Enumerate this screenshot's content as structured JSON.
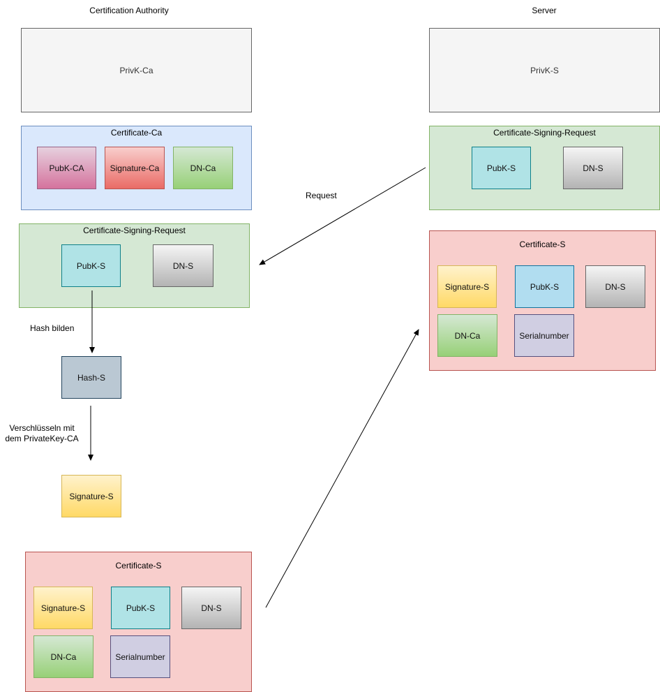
{
  "headers": {
    "ca": "Certification Authority",
    "server": "Server"
  },
  "ca": {
    "priv_key": "PrivK-Ca",
    "certificate": {
      "title": "Certificate-Ca",
      "pubk": "PubK-CA",
      "signature": "Signature-Ca",
      "dn": "DN-Ca"
    },
    "csr": {
      "title": "Certificate-Signing-Request",
      "pubk": "PubK-S",
      "dn": "DN-S"
    },
    "hash_label": "Hash bilden",
    "hash": "Hash-S",
    "encrypt_label_line1": "Verschlüsseln mit",
    "encrypt_label_line2": "dem PrivateKey-CA",
    "signature": "Signature-S",
    "cert_s": {
      "title": "Certificate-S",
      "signature": "Signature-S",
      "pubk": "PubK-S",
      "dn_s": "DN-S",
      "dn_ca": "DN-Ca",
      "serial": "Serialnumber"
    }
  },
  "server": {
    "priv_key": "PrivK-S",
    "csr": {
      "title": "Certificate-Signing-Request",
      "pubk": "PubK-S",
      "dn": "DN-S"
    },
    "cert_s": {
      "title": "Certificate-S",
      "signature": "Signature-S",
      "pubk": "PubK-S",
      "dn_s": "DN-S",
      "dn_ca": "DN-Ca",
      "serial": "Serialnumber"
    }
  },
  "request_label": "Request"
}
